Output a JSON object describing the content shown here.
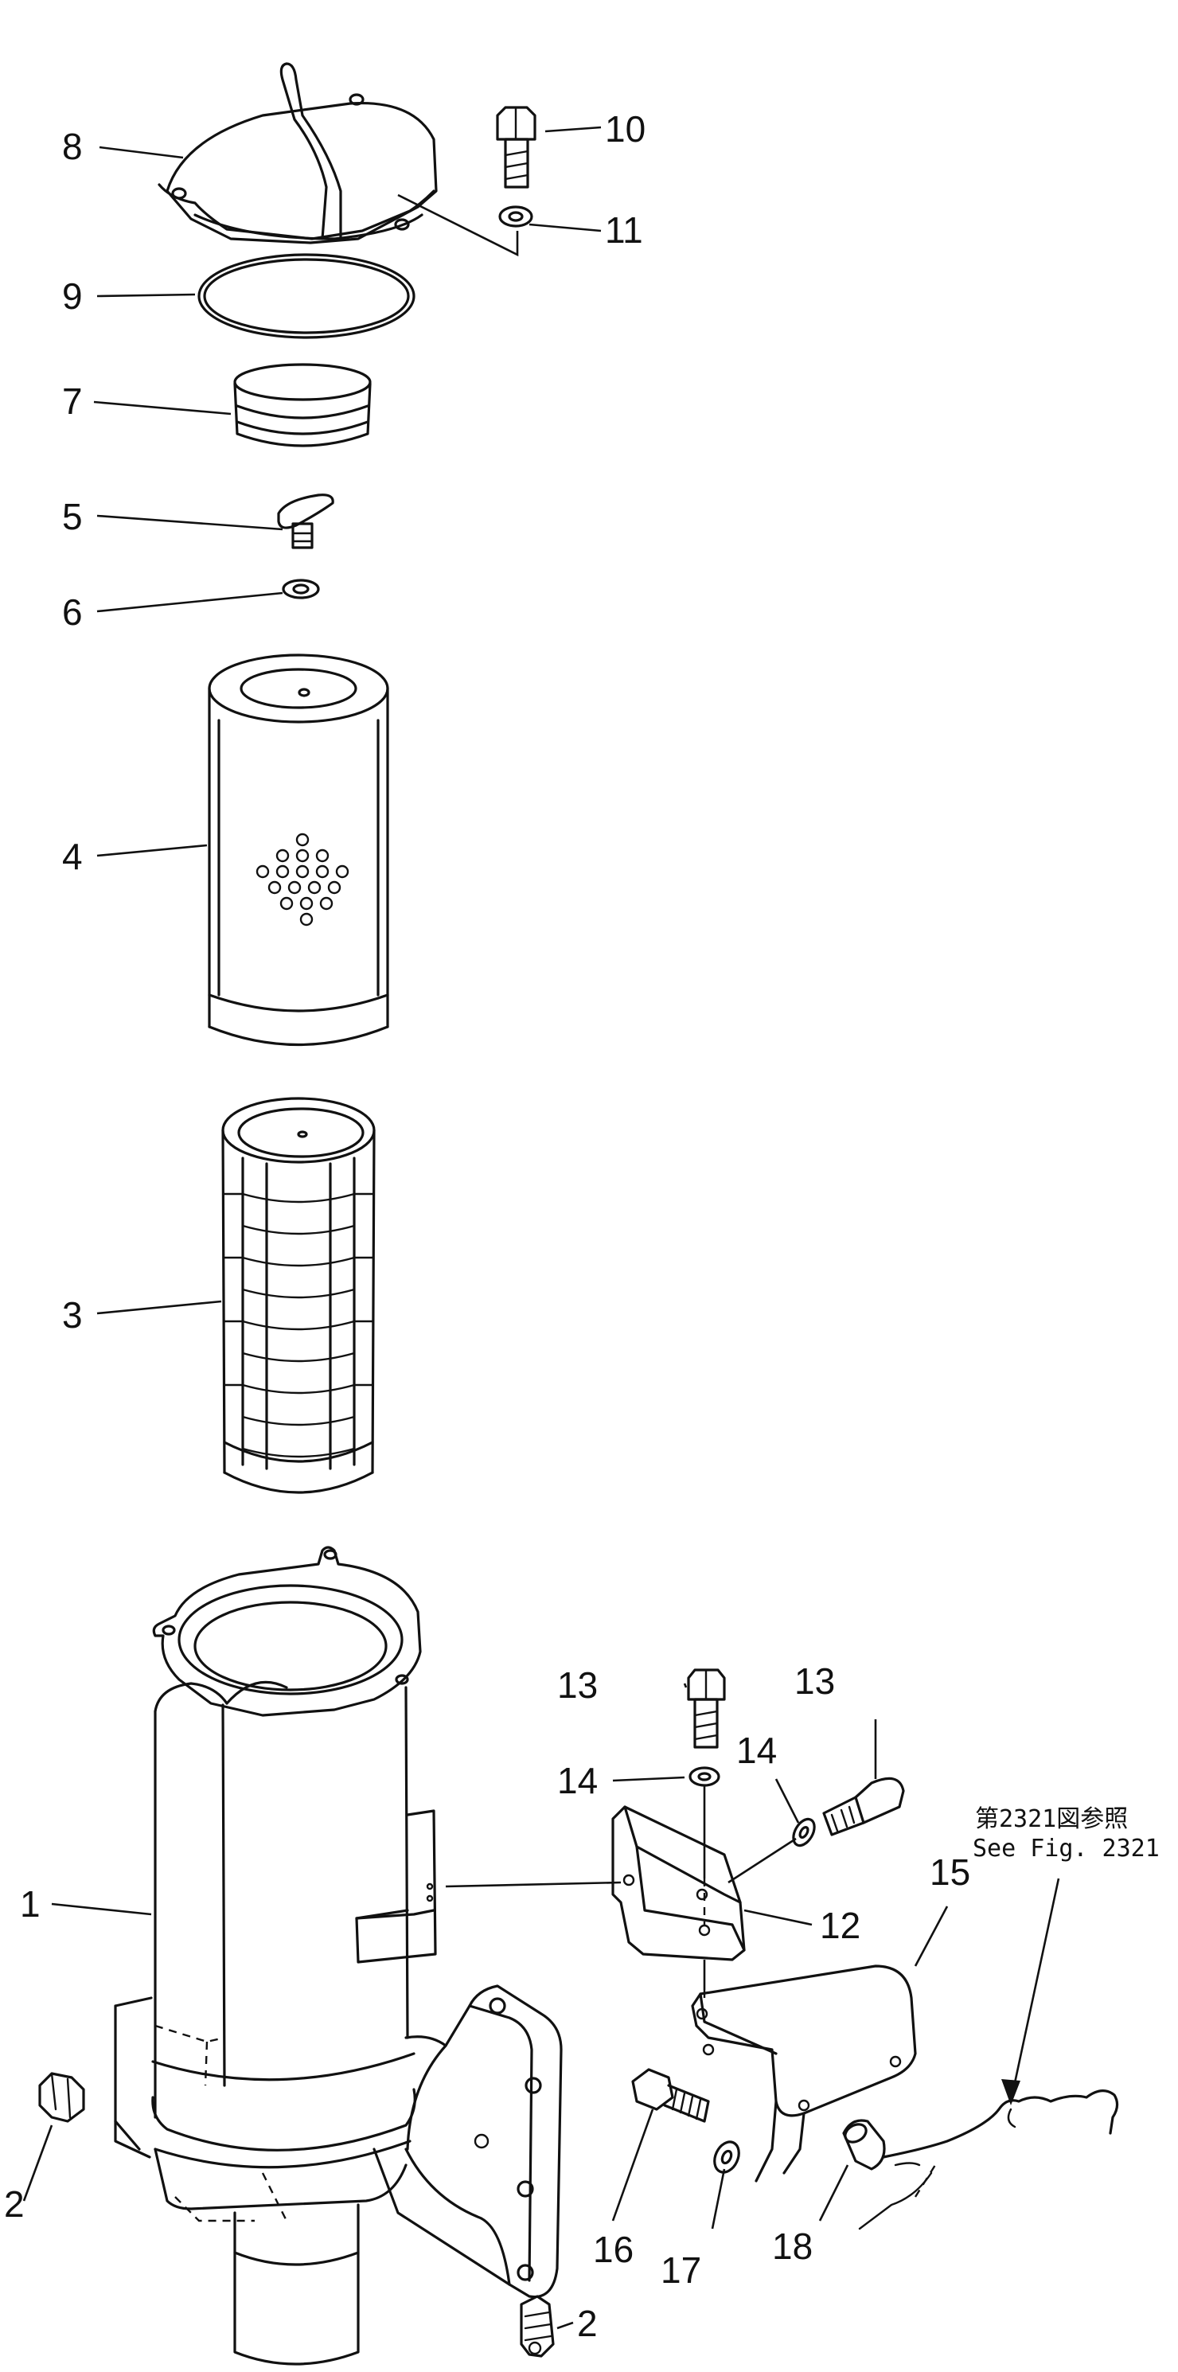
{
  "diagram": {
    "callouts": {
      "p1": "1",
      "p2a": "2",
      "p2b": "2",
      "p3": "3",
      "p4": "4",
      "p5": "5",
      "p6": "6",
      "p7": "7",
      "p8": "8",
      "p9": "9",
      "p10": "10",
      "p11": "11",
      "p12": "12",
      "p13a": "13",
      "p13b": "13",
      "p14a": "14",
      "p14b": "14",
      "p15": "15",
      "p16": "16",
      "p17": "17",
      "p18": "18"
    },
    "reference": {
      "line_jp": "第2321図参照",
      "line_en": "See Fig. 2321"
    }
  }
}
